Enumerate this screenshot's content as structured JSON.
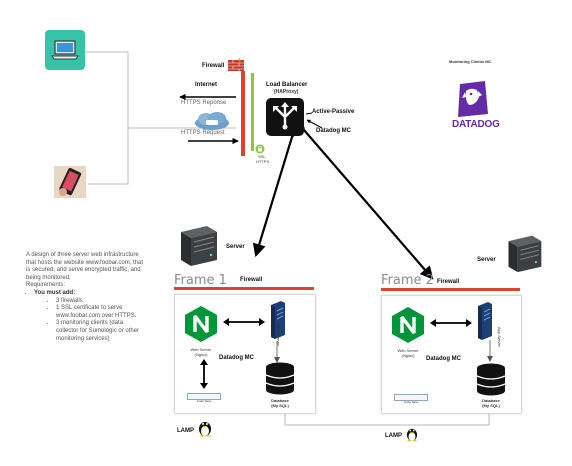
{
  "labels": {
    "firewall_top": "Firewall",
    "internet": "Internet",
    "https_response": "HTTPS Reponse",
    "https_request": "HTTPS Request",
    "ssl": "SSL",
    "https": "HTTPS",
    "load_balancer": "Load Balancer",
    "haproxy": "(HAProxy)",
    "active_passive": "Active-Passive",
    "datadog_mc_top": "Datadog  MC",
    "monitoring_clients": "Monitoring Clients MC",
    "datadog_logo": "DATADOG"
  },
  "description": {
    "intro": "A design of three server web infrastructure that hosts the website www.foobar.com, that is secured, and serve encrypted traffic, and being monitored.",
    "requirements": "Requirements:",
    "must_add": "You must add:",
    "items": [
      "3 firewalls",
      "1 SSL certificate to serve www.foobar.com over HTTPS.",
      "3 monitoring clients (data collector for Sumologic or other monitoring services)"
    ]
  },
  "frames": [
    {
      "server": "Server",
      "title": "Frame 1",
      "firewall": "Firewall",
      "web_server": "Web Server",
      "nginx": "(Nginx)",
      "datadog_mc": "Datadog  MC",
      "app_server": "App Server",
      "database": "Database",
      "mysql": "(My SQL)",
      "code_base": "Code base",
      "lamp": "LAMP"
    },
    {
      "server": "Server",
      "title": "Frame 2",
      "firewall": "Firewall",
      "web_server": "Web Server",
      "nginx": "(Nginx)",
      "datadog_mc": "Datadog  MC",
      "app_server": "App Server",
      "database": "Database",
      "mysql": "(My SQL)",
      "code_base": "Code base",
      "lamp": "LAMP"
    }
  ],
  "colors": {
    "firewall_red": "#e0432b",
    "ssl_green": "#8dc63f",
    "nginx_green": "#009639",
    "datadog_purple": "#632ca6",
    "connector_gray": "#b8b8b8"
  }
}
